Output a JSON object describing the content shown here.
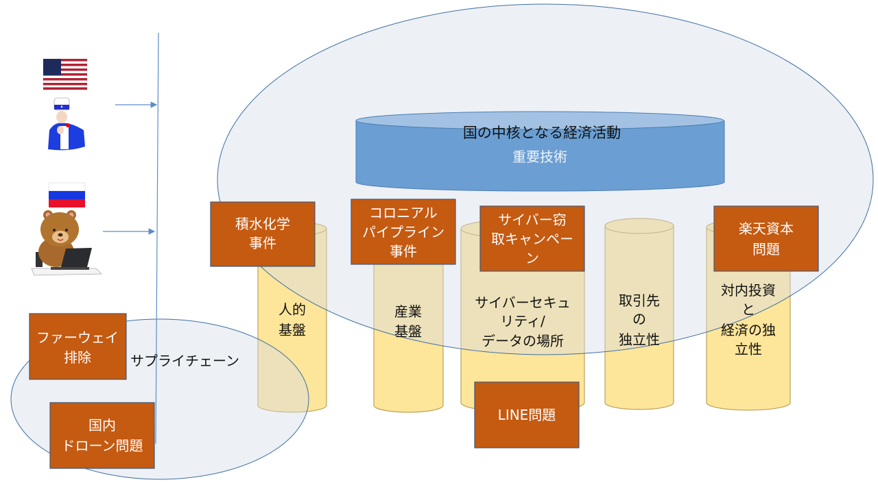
{
  "core": {
    "title": "国の中核となる経済活動",
    "subtitle": "重要技術"
  },
  "supply_chain": {
    "label": "サプライチェーン"
  },
  "pillars": [
    {
      "lines": [
        "人的",
        "基盤"
      ]
    },
    {
      "lines": [
        "産業",
        "基盤"
      ]
    },
    {
      "lines": [
        "サイバーセキュ",
        "リティ/",
        "データの場所"
      ]
    },
    {
      "lines": [
        "取引先",
        "の",
        "独立性"
      ]
    },
    {
      "lines": [
        "対内投資",
        "と",
        "経済の独",
        "立性"
      ]
    }
  ],
  "incidents": [
    {
      "lines": [
        "積水化学",
        "事件"
      ]
    },
    {
      "lines": [
        "コロニアル",
        "パイプライン",
        "事件"
      ]
    },
    {
      "lines": [
        "サイバー窃",
        "取キャンペー",
        "ン"
      ]
    },
    {
      "lines": [
        "楽天資本",
        "問題"
      ]
    },
    {
      "lines": [
        "ファーウェイ",
        "排除"
      ]
    },
    {
      "lines": [
        "国内",
        "ドローン問題"
      ]
    },
    {
      "lines": [
        "LINE問題"
      ]
    }
  ],
  "actors": [
    {
      "name": "usa",
      "icon": "us-flag-icon"
    },
    {
      "name": "russia",
      "icon": "russia-flag-icon"
    }
  ],
  "colors": {
    "incident_box": "#c55a11",
    "pillar": "#fde59a",
    "core_cylinder": "#6b9fd3",
    "ellipse": "#dfe5ee",
    "line": "#5b8ec9"
  }
}
